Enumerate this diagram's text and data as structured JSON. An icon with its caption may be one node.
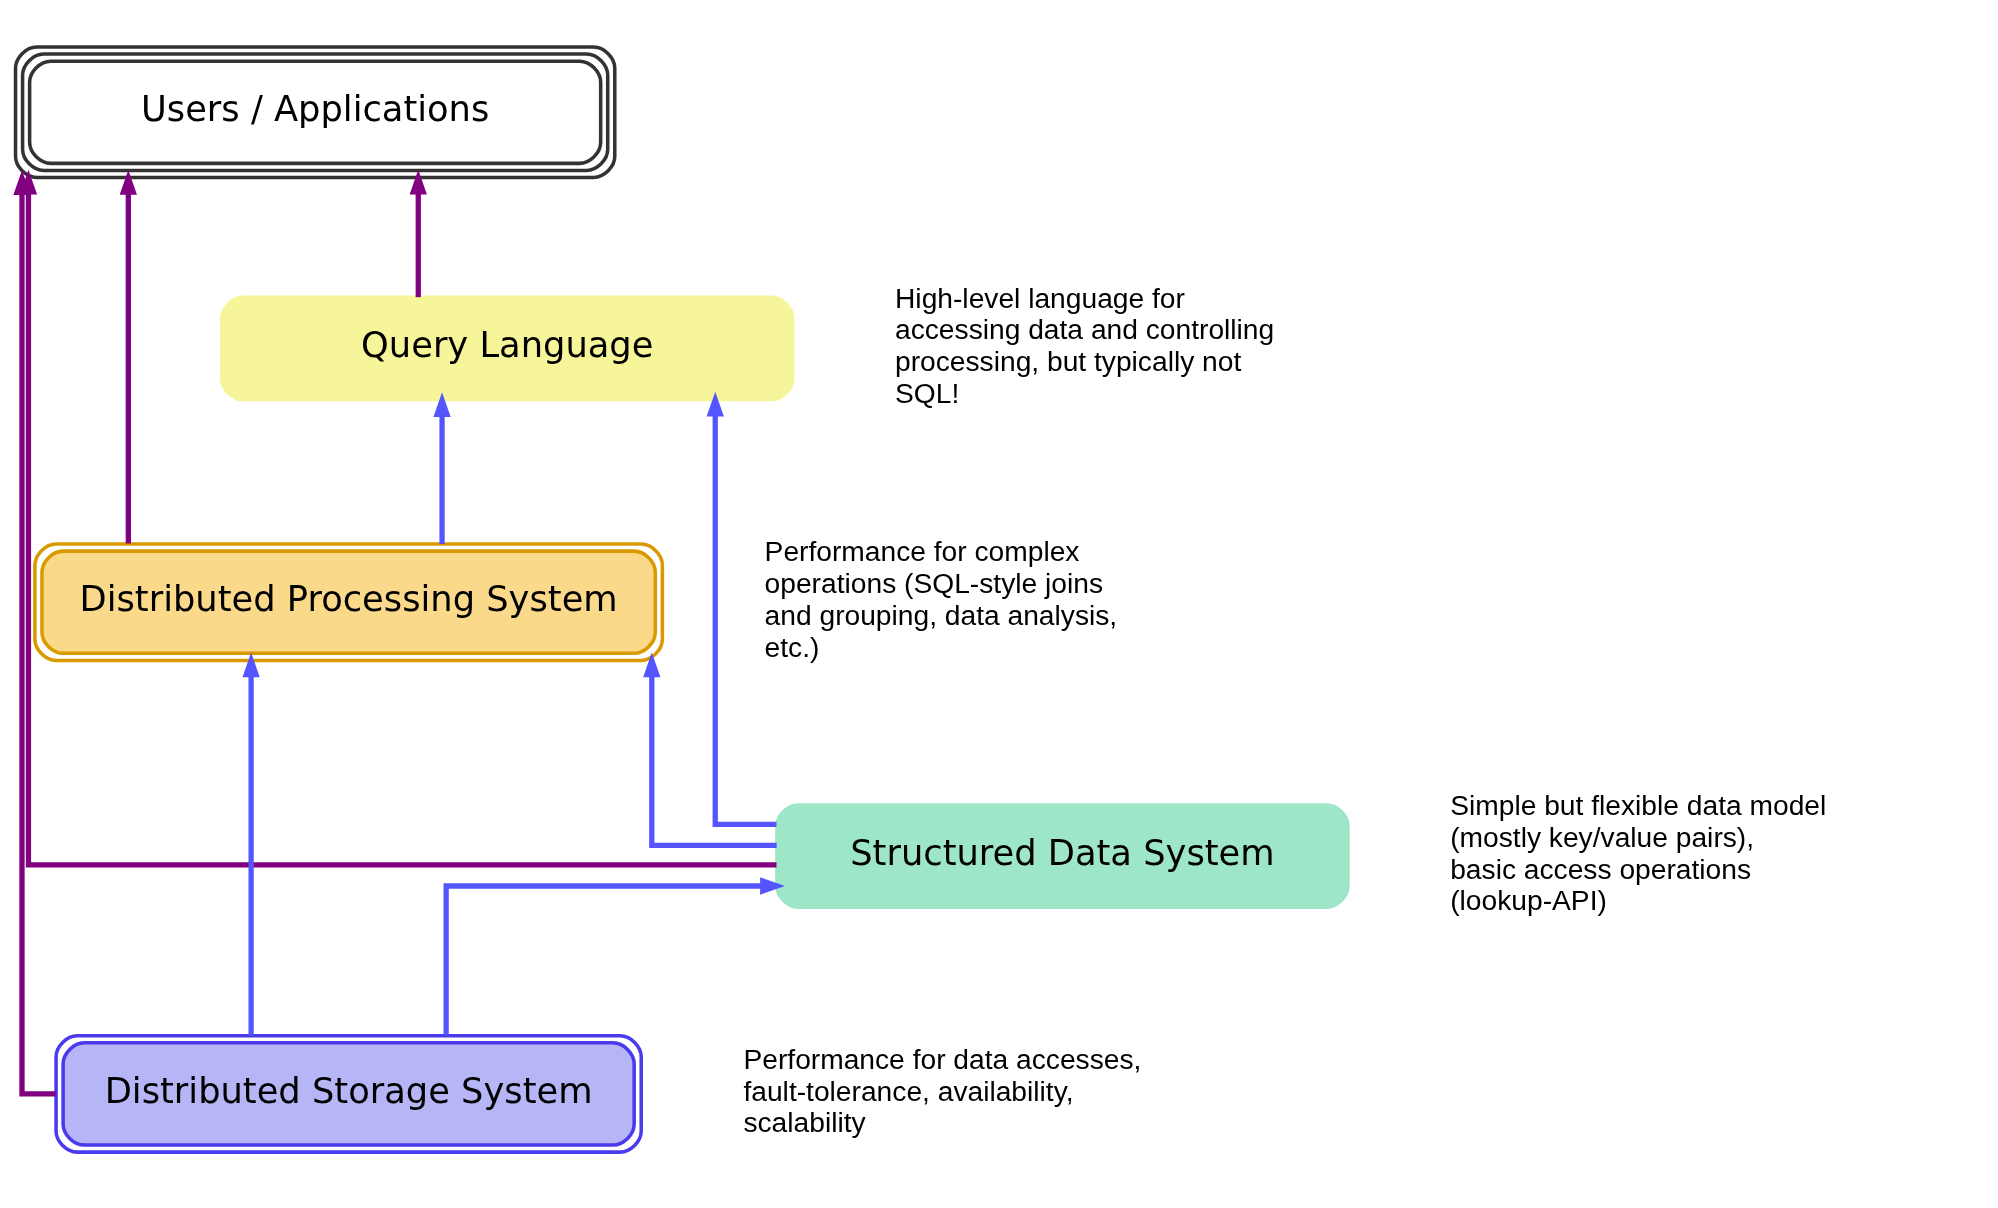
{
  "diagram": {
    "nodes": [
      {
        "text": [
          "Users / Applications"
        ]
      },
      {
        "text": [
          "Query Language"
        ],
        "beside": [
          "High-level language for accessing data and controlling processing, but typically not SQL!"
        ]
      },
      {
        "text": [
          "Distributed Processing System"
        ],
        "beside": [
          "Performance for complex operations (SQL-style joins and grouping, data analysis, etc.)"
        ]
      },
      {
        "text": [
          "Structured Data System"
        ],
        "beside": [
          "Simple but flexible data model (mostly key/value pairs), basic access operations (lookup-API)"
        ]
      },
      {
        "text": [
          "Distributed Storage System"
        ],
        "beside": [
          "Performance for data accesses, fault-tolerance, availability, scalability"
        ]
      }
    ],
    "edges": [
      {
        "from": 4,
        "to": 0,
        "arrow": "to",
        "color": "#800080"
      },
      {
        "from": 3,
        "to": 0,
        "arrow": "to",
        "color": "#800080"
      },
      {
        "from": 2,
        "to": 0,
        "arrow": "to",
        "color": "#800080"
      },
      {
        "from": 1,
        "to": 0,
        "arrow": "to",
        "color": "#800080"
      },
      {
        "from": 3,
        "to": 1,
        "arrow": "to"
      },
      {
        "from": 2,
        "to": 1,
        "arrow": "to"
      },
      {
        "from": 3,
        "to": 2,
        "arrow": "to"
      },
      {
        "from": 4,
        "to": 3,
        "arrow": "to"
      },
      {
        "from": 4,
        "to": 2,
        "arrow": "to"
      }
    ]
  }
}
